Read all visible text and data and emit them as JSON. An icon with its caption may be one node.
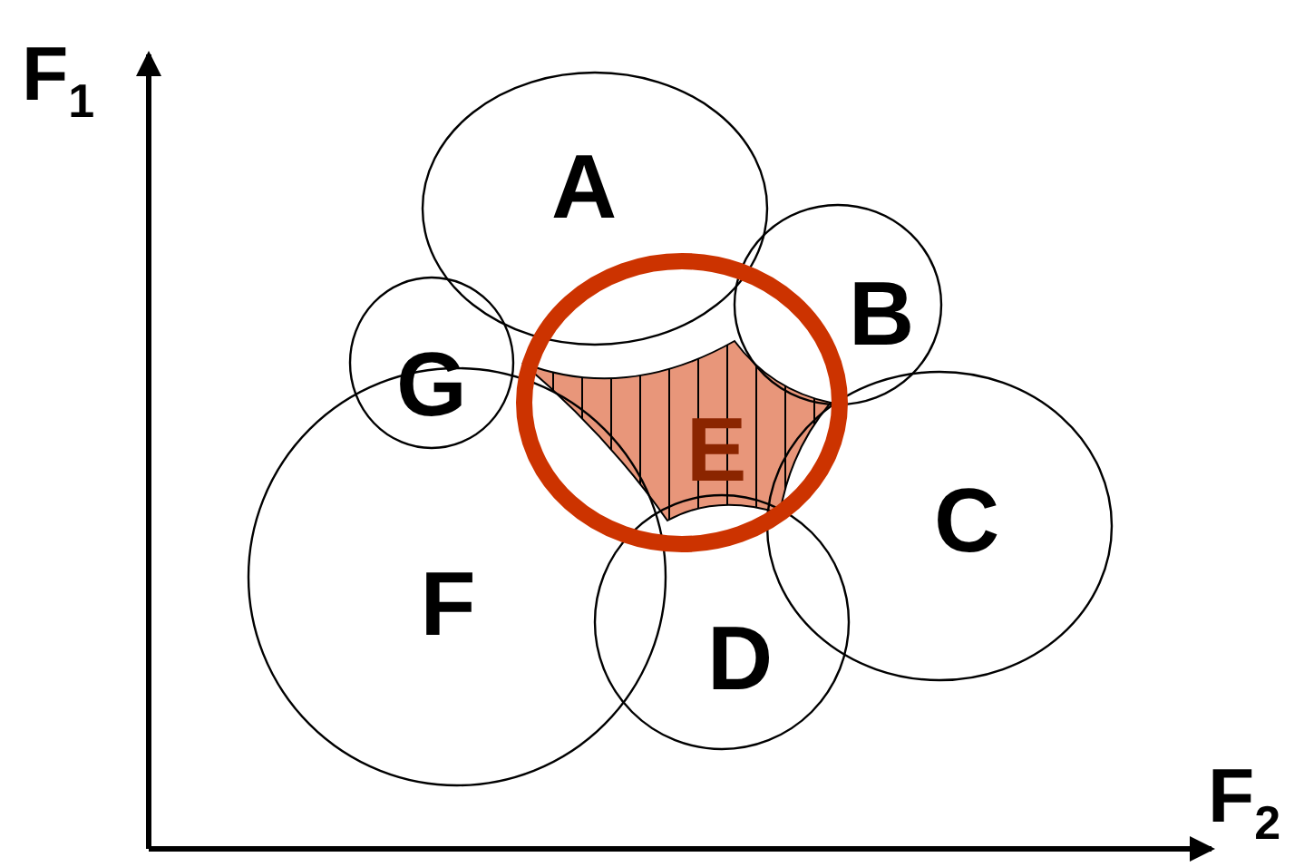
{
  "diagram": {
    "nodes": [
      {
        "text": [
          "A"
        ]
      },
      {
        "text": [
          "B"
        ]
      },
      {
        "text": [
          "G"
        ]
      },
      {
        "text": [
          "E"
        ]
      },
      {
        "text": [
          "C"
        ]
      },
      {
        "text": [
          "F"
        ]
      },
      {
        "text": [
          "D"
        ]
      }
    ],
    "edges": [],
    "labels": [
      "F$_{1}$",
      "F$_{2}$"
    ]
  }
}
